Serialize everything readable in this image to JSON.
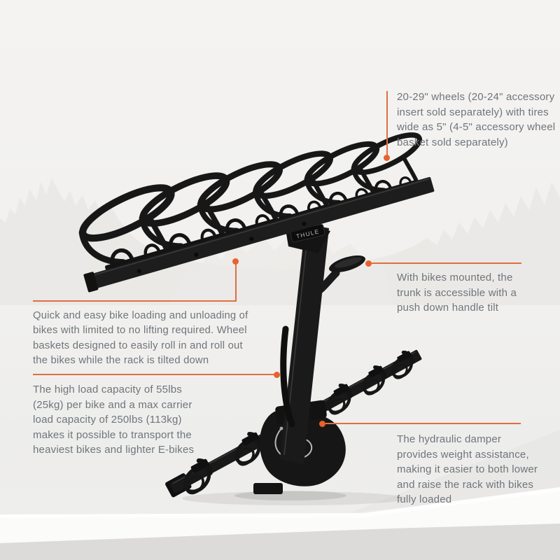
{
  "brand": "THULE",
  "colors": {
    "accent": "#dd6f43",
    "accent_dot": "#e8612c",
    "text": "#6f757b",
    "background": "#f2f1ef",
    "rack_black": "#1b1b1b",
    "table_front": "#dcdbd9"
  },
  "annotations": {
    "wheel_size": {
      "text": "20-29\" wheels (20-24\" accessory insert sold separately) with tires wide as 5\" (4-5\" accessory wheel basket sold separately)"
    },
    "tilt_access": {
      "text": "With bikes mounted, the trunk is accessible with a push down handle tilt"
    },
    "easy_loading": {
      "text": "Quick and easy bike loading and unloading of bikes with limited to no lifting required. Wheel baskets designed to easily roll in and roll out the bikes while the rack is tilted down"
    },
    "load_capacity": {
      "text": "The high load capacity of 55lbs (25kg) per bike and a max carrier load capacity of 250lbs (113kg) makes it possible to transport the heaviest bikes and lighter E-bikes"
    },
    "hydraulic_damper": {
      "text": "The hydraulic damper provides weight assistance, making it easier to both lower and raise the rack with bikes fully loaded"
    }
  }
}
